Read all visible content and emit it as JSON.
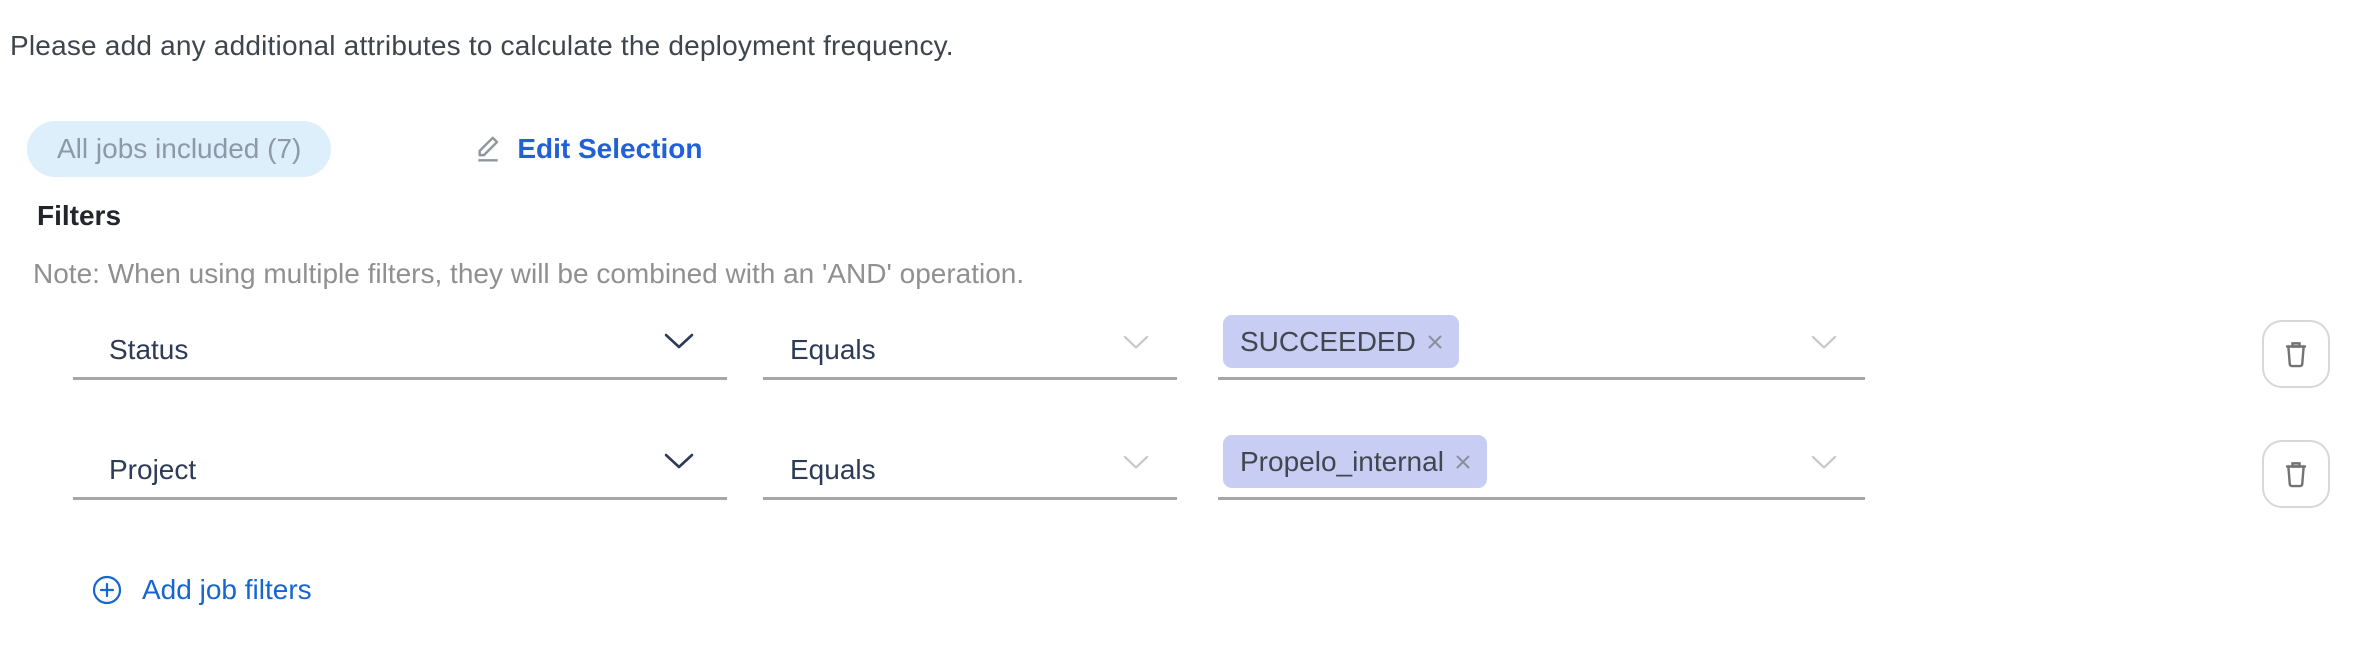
{
  "header": {
    "instruction": "Please add any additional attributes to calculate the deployment frequency."
  },
  "selection": {
    "badge_label": "All jobs included (7)",
    "edit_label": "Edit Selection"
  },
  "filters": {
    "title": "Filters",
    "note": "Note: When using multiple filters, they will be combined with an 'AND' operation.",
    "rows": [
      {
        "attribute": "Status",
        "operator": "Equals",
        "values": [
          "SUCCEEDED"
        ]
      },
      {
        "attribute": "Project",
        "operator": "Equals",
        "values": [
          "Propelo_internal"
        ]
      }
    ],
    "add_label": "Add job filters"
  },
  "icons": {
    "edit": "pencil-with-underline",
    "chevron": "chevron-down",
    "close": "x-cross",
    "trash": "trash-can-outline",
    "add": "plus-in-circle"
  },
  "colors": {
    "badge_bg": "#ddeffb",
    "badge_text": "#8d99a9",
    "link_blue": "#2160d6",
    "add_blue": "#1765d1",
    "select_text": "#2d3b56",
    "underline": "#a6a6a6",
    "tag_bg": "#c7cdf3",
    "tag_text": "#42464f",
    "note_gray": "#909090",
    "trash_icon": "#737373"
  }
}
